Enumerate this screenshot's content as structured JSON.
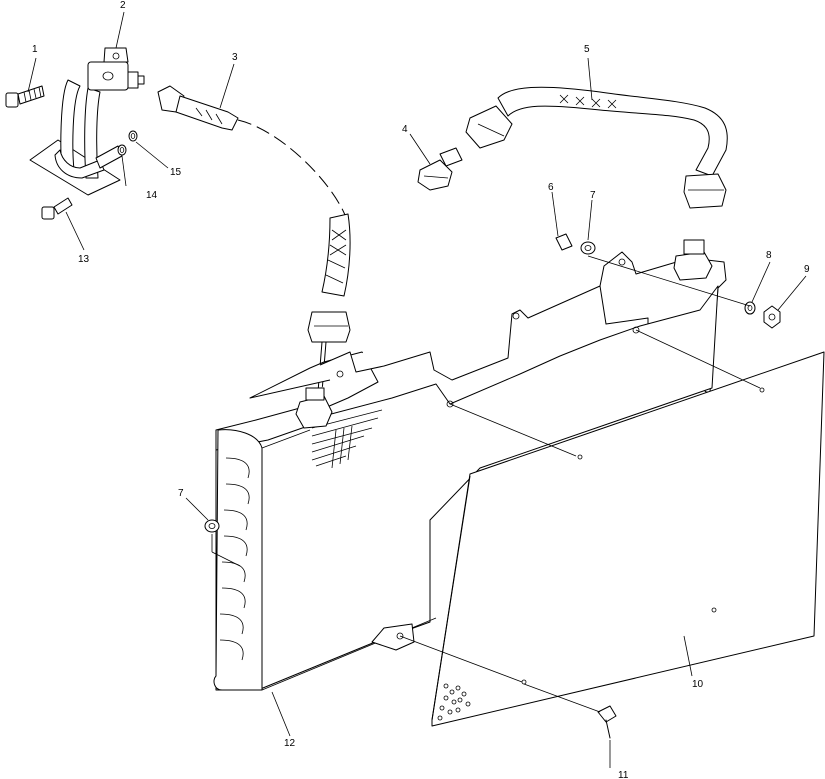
{
  "callouts": {
    "c1": "1",
    "c2": "2",
    "c3": "3",
    "c4": "4",
    "c5": "5",
    "c6": "6",
    "c7a": "7",
    "c7b": "7",
    "c8": "8",
    "c9": "9",
    "c10": "10",
    "c11": "11",
    "c12": "12",
    "c13": "13",
    "c14": "14",
    "c15": "15"
  }
}
